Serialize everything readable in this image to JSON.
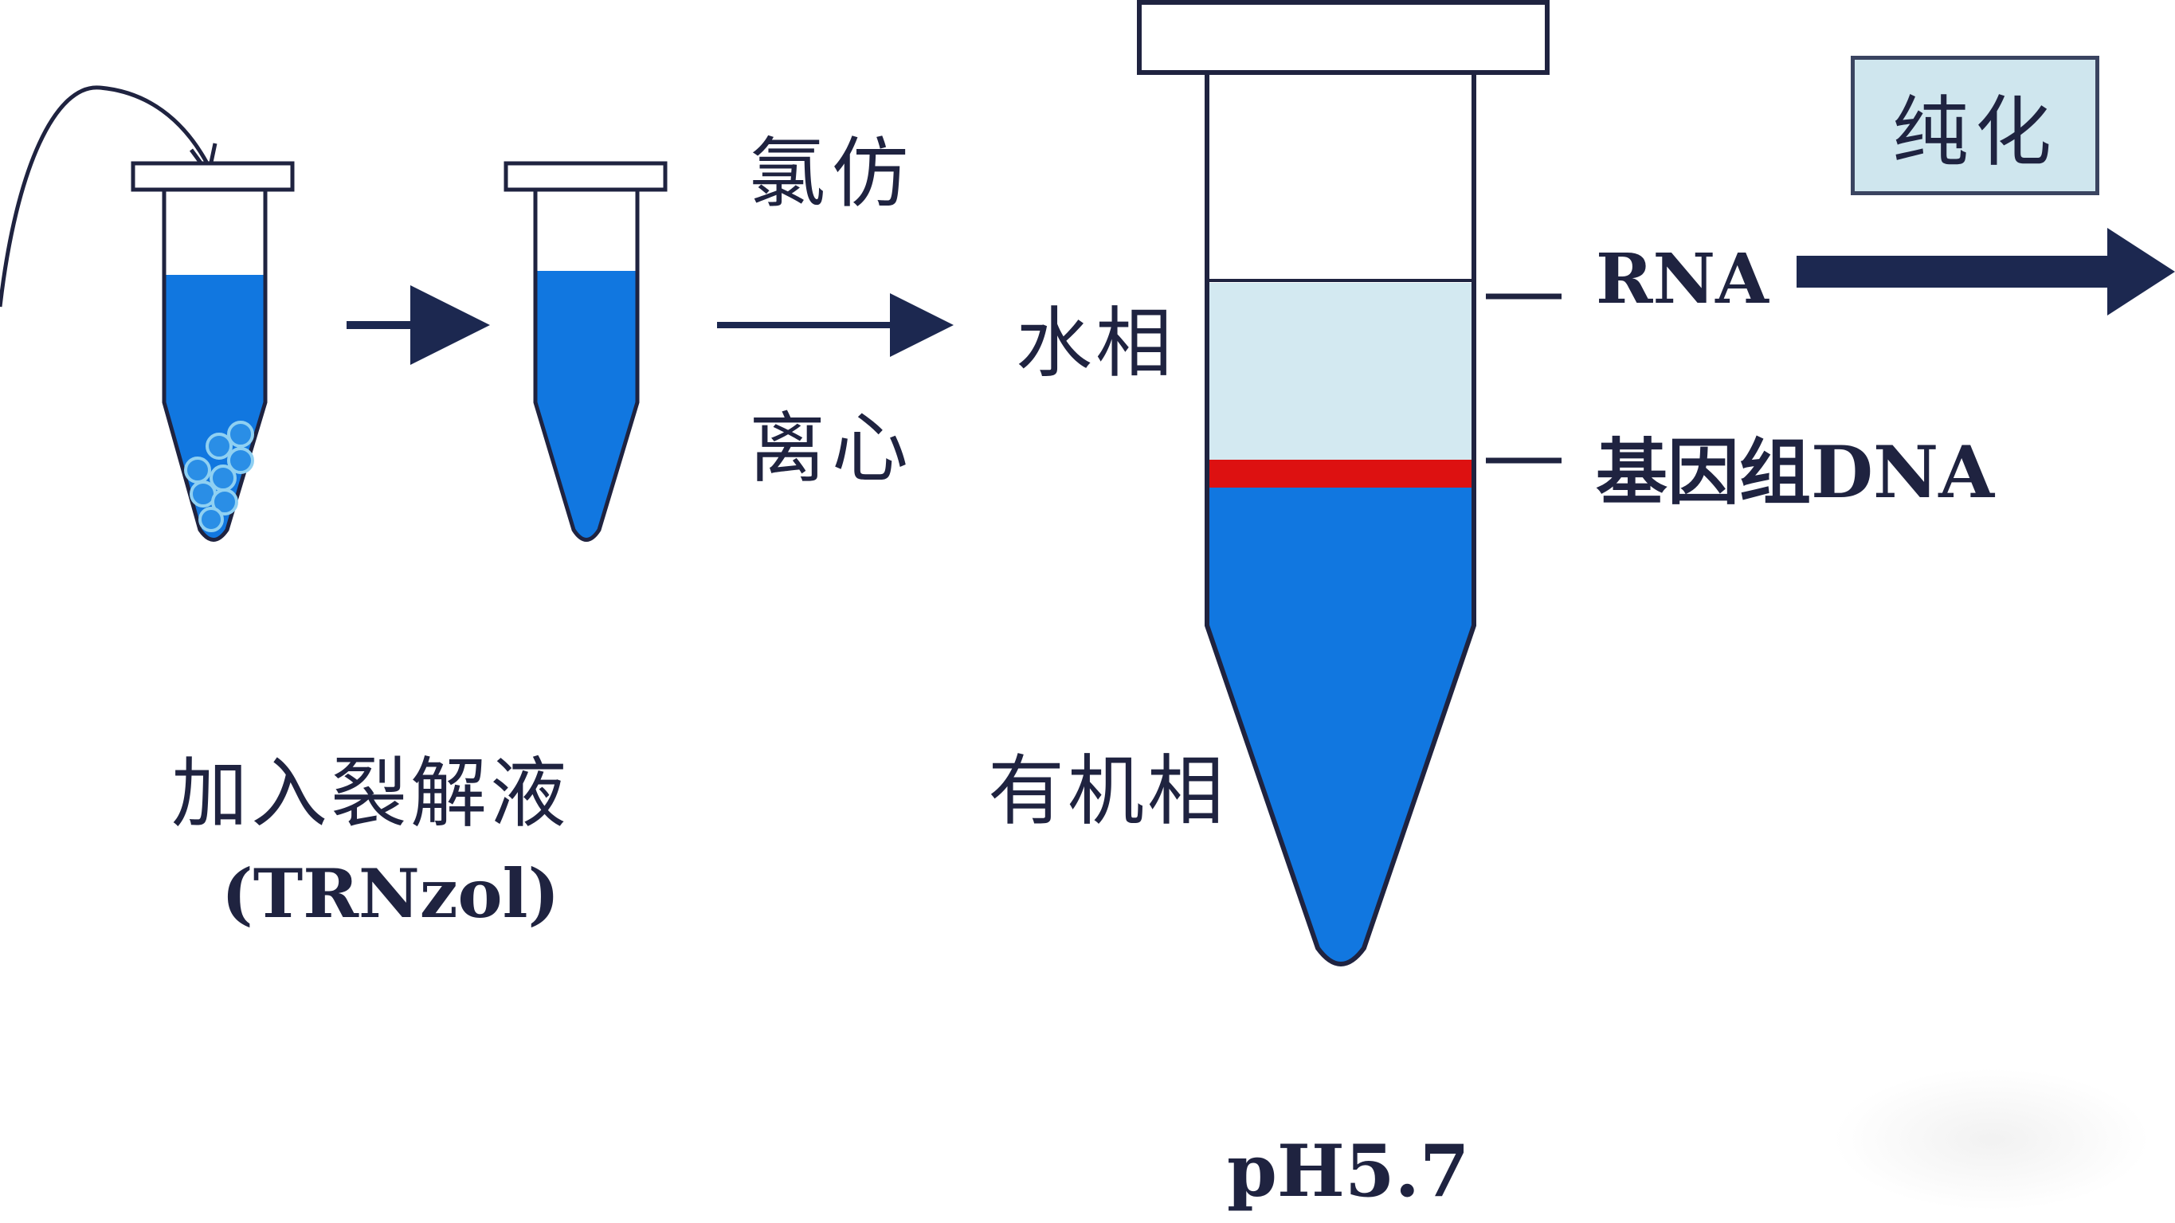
{
  "labels": {
    "lysis_line1": "加入裂解液",
    "lysis_line2": "(TRNzol)",
    "chloroform": "氯仿",
    "centrifuge": "离心",
    "aqueous_phase": "水相",
    "organic_phase": "有机相",
    "rna": "RNA",
    "genomic_dna": "基因组DNA",
    "ph": "pH5.7",
    "purify": "纯化"
  },
  "colors": {
    "liquid_blue": "#1177e0",
    "aqueous_light_blue": "#d3e9f1",
    "dna_red": "#dd1111",
    "outline": "#1f2340",
    "arrow_dark": "#1c2850",
    "purify_box": "#cfe6ee"
  }
}
